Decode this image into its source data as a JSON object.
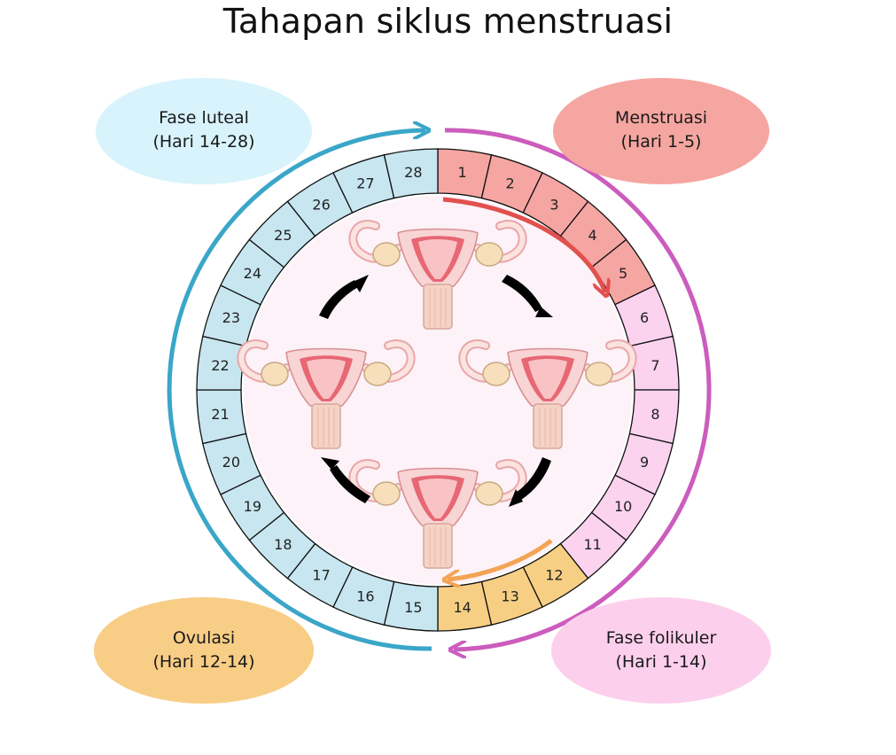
{
  "title": "Tahapan siklus menstruasi",
  "phases": {
    "luteal": {
      "name": "Fase luteal",
      "days": "(Hari 14-28)",
      "color": "#d8f3fb"
    },
    "menstruation": {
      "name": "Menstruasi",
      "days": "(Hari 1-5)",
      "color": "#f5a6a0"
    },
    "ovulation": {
      "name": "Ovulasi",
      "days": "(Hari 12-14)",
      "color": "#f8cd86"
    },
    "follicular": {
      "name": "Fase folikuler",
      "days": "(Hari 1-14)",
      "color": "#fcd0ec"
    }
  },
  "day_labels": [
    "1",
    "2",
    "3",
    "4",
    "5",
    "6",
    "7",
    "8",
    "9",
    "10",
    "11",
    "12",
    "13",
    "14",
    "15",
    "16",
    "17",
    "18",
    "19",
    "20",
    "21",
    "22",
    "23",
    "24",
    "25",
    "26",
    "27",
    "28"
  ],
  "colors": {
    "menstruation_cell": "#f5a5a2",
    "follicular_cell": "#fbd3ef",
    "ovulation_cell": "#f7cf84",
    "luteal_cell": "#c7e6f0",
    "inner_disc": "#fcf2f8",
    "luteal_arc": "#3aa6c8",
    "follicular_arc": "#cc5cbd",
    "menstruation_arrow": "#e2504e",
    "ovulation_arrow": "#f3a453"
  },
  "icons": [
    "uterus-icon",
    "arrow-icon"
  ]
}
